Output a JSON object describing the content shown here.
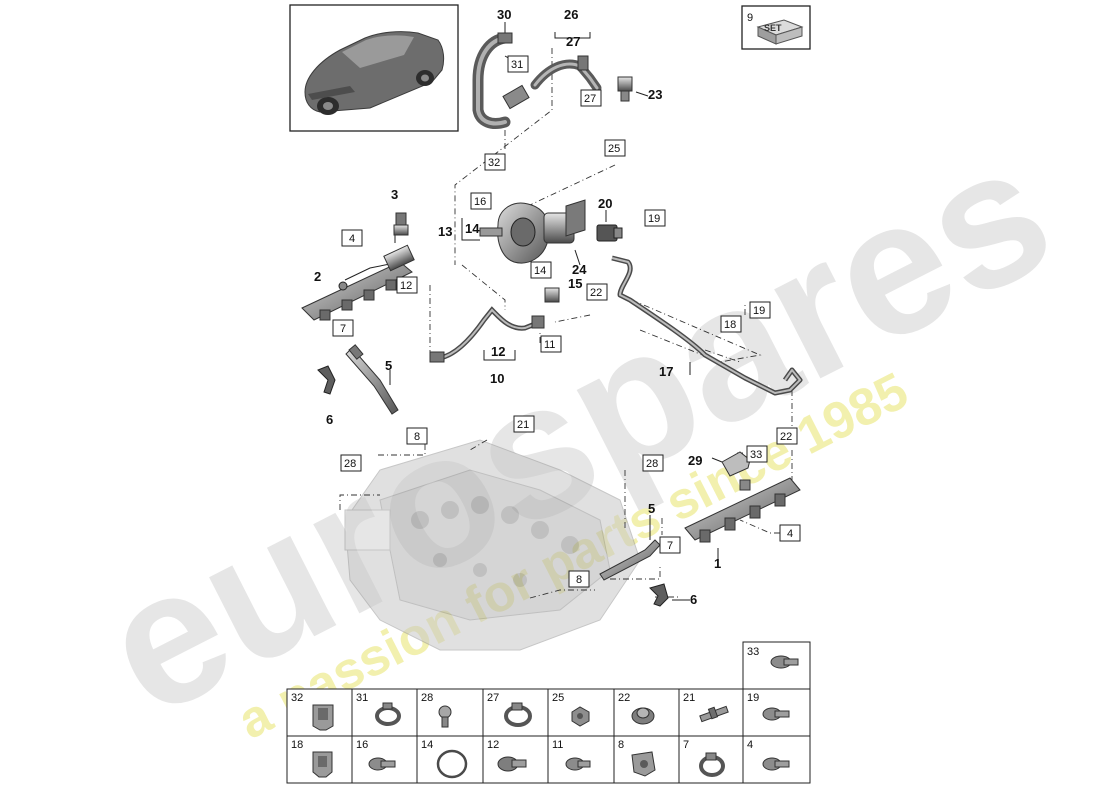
{
  "car_thumbnail": {
    "icon": "porsche-cayenne-icon"
  },
  "set_box": {
    "number": "9",
    "badge": "SET"
  },
  "watermark": {
    "brand": "eurospares",
    "tagline": "a passion for parts since 1985",
    "brand_color": "#d9d9d9",
    "tagline_color": "#f3f1a0"
  },
  "callouts": [
    {
      "id": "30",
      "text": "30",
      "boxed": false
    },
    {
      "id": "31",
      "text": "31",
      "boxed": true
    },
    {
      "id": "32a",
      "text": "32",
      "boxed": true
    },
    {
      "id": "26",
      "text": "26",
      "boxed": false
    },
    {
      "id": "27a",
      "text": "27",
      "boxed": false
    },
    {
      "id": "27b",
      "text": "27",
      "boxed": true
    },
    {
      "id": "23",
      "text": "23",
      "boxed": false
    },
    {
      "id": "25",
      "text": "25",
      "boxed": true
    },
    {
      "id": "3",
      "text": "3",
      "boxed": false
    },
    {
      "id": "16",
      "text": "16",
      "boxed": true
    },
    {
      "id": "13",
      "text": "13",
      "boxed": false
    },
    {
      "id": "14a",
      "text": "14",
      "boxed": false
    },
    {
      "id": "14b",
      "text": "14",
      "boxed": true
    },
    {
      "id": "4a",
      "text": "4",
      "boxed": true
    },
    {
      "id": "2",
      "text": "2",
      "boxed": false
    },
    {
      "id": "12a",
      "text": "12",
      "boxed": true
    },
    {
      "id": "20",
      "text": "20",
      "boxed": false
    },
    {
      "id": "19a",
      "text": "19",
      "boxed": true
    },
    {
      "id": "24",
      "text": "24",
      "boxed": false
    },
    {
      "id": "15",
      "text": "15",
      "boxed": false
    },
    {
      "id": "22a",
      "text": "22",
      "boxed": true
    },
    {
      "id": "7a",
      "text": "7",
      "boxed": true
    },
    {
      "id": "12b",
      "text": "12",
      "boxed": false
    },
    {
      "id": "11",
      "text": "11",
      "boxed": true
    },
    {
      "id": "10",
      "text": "10",
      "boxed": false
    },
    {
      "id": "18",
      "text": "18",
      "boxed": true
    },
    {
      "id": "19b",
      "text": "19",
      "boxed": true
    },
    {
      "id": "17",
      "text": "17",
      "boxed": false
    },
    {
      "id": "5a",
      "text": "5",
      "boxed": false
    },
    {
      "id": "6a",
      "text": "6",
      "boxed": false
    },
    {
      "id": "8a",
      "text": "8",
      "boxed": true
    },
    {
      "id": "21",
      "text": "21",
      "boxed": true
    },
    {
      "id": "28a",
      "text": "28",
      "boxed": true
    },
    {
      "id": "28b",
      "text": "28",
      "boxed": true
    },
    {
      "id": "22b",
      "text": "22",
      "boxed": true
    },
    {
      "id": "29",
      "text": "29",
      "boxed": false
    },
    {
      "id": "33",
      "text": "33",
      "boxed": true
    },
    {
      "id": "5b",
      "text": "5",
      "boxed": false
    },
    {
      "id": "7b",
      "text": "7",
      "boxed": true
    },
    {
      "id": "4b",
      "text": "4",
      "boxed": true
    },
    {
      "id": "1",
      "text": "1",
      "boxed": false
    },
    {
      "id": "8b",
      "text": "8",
      "boxed": true
    },
    {
      "id": "6b",
      "text": "6",
      "boxed": false
    }
  ],
  "parts_grid": {
    "top_cell": {
      "label": "33",
      "icon": "screw-icon"
    },
    "row1": [
      {
        "label": "32",
        "icon": "bracket-clip-icon"
      },
      {
        "label": "31",
        "icon": "hose-clamp-icon"
      },
      {
        "label": "28",
        "icon": "ball-stud-icon"
      },
      {
        "label": "27",
        "icon": "hose-clamp-icon"
      },
      {
        "label": "25",
        "icon": "nut-icon"
      },
      {
        "label": "22",
        "icon": "flange-nut-icon"
      },
      {
        "label": "21",
        "icon": "stud-bolt-icon"
      },
      {
        "label": "19",
        "icon": "screw-icon"
      }
    ],
    "row2": [
      {
        "label": "18",
        "icon": "bracket-clip-icon"
      },
      {
        "label": "16",
        "icon": "screw-icon"
      },
      {
        "label": "14",
        "icon": "o-ring-icon"
      },
      {
        "label": "12",
        "icon": "flange-screw-icon"
      },
      {
        "label": "11",
        "icon": "screw-icon"
      },
      {
        "label": "8",
        "icon": "nozzle-clip-icon"
      },
      {
        "label": "7",
        "icon": "hose-clamp-icon"
      },
      {
        "label": "4",
        "icon": "screw-icon"
      }
    ]
  }
}
